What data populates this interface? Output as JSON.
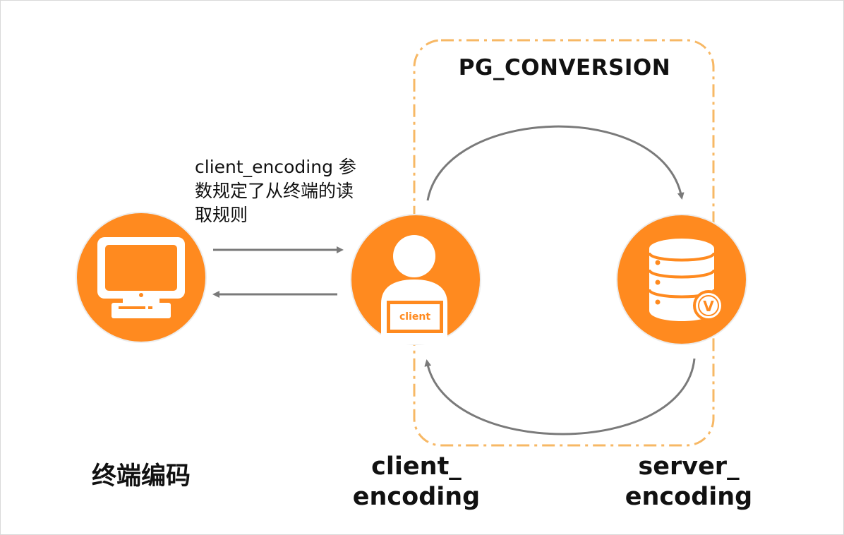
{
  "group": {
    "title": "PG_CONVERSION"
  },
  "description": {
    "line1": "client_encoding 参",
    "line2": "数规定了从终端的读",
    "line3": "取规则"
  },
  "nodes": {
    "terminal": {
      "label": "终端编码",
      "icon": "monitor-icon"
    },
    "client": {
      "label_line1": "client_",
      "label_line2": "encoding",
      "icon": "user-icon",
      "tag": "client"
    },
    "server": {
      "label_line1": "server_",
      "label_line2": "encoding",
      "icon": "database-icon",
      "badge": "V"
    }
  },
  "colors": {
    "node_fill": "#ff8a1f",
    "group_border": "#f7b865",
    "arrow": "#7a7a7a",
    "icon": "#ffffff",
    "text": "#111111"
  }
}
